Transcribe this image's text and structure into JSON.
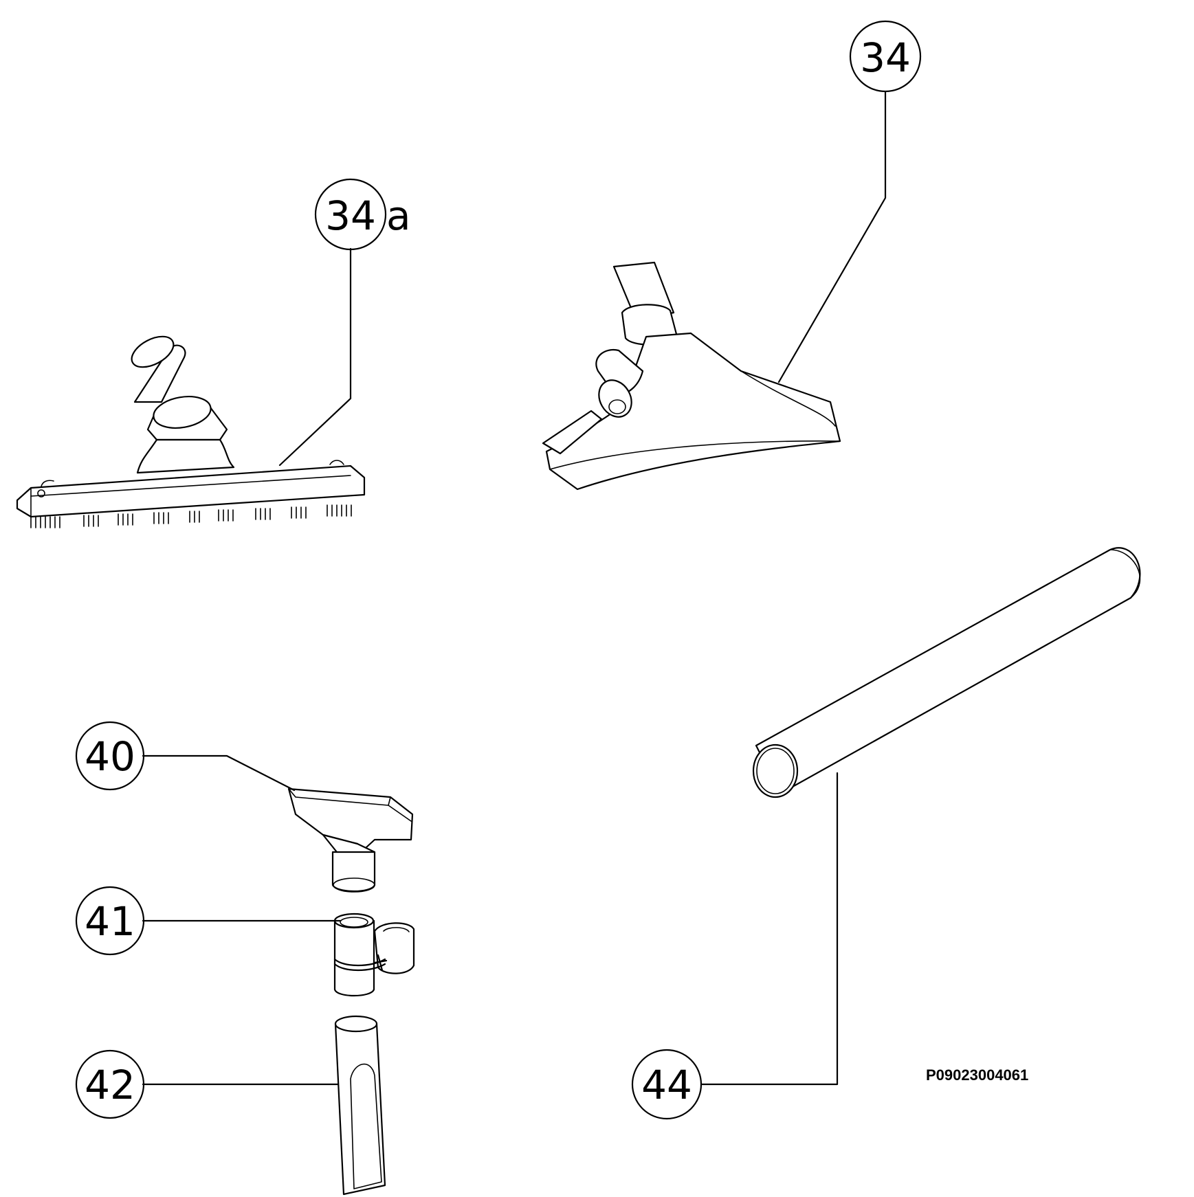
{
  "diagram": {
    "callouts": [
      {
        "id": "34a",
        "number": "34",
        "suffix": "a"
      },
      {
        "id": "34",
        "number": "34",
        "suffix": ""
      },
      {
        "id": "40",
        "number": "40",
        "suffix": ""
      },
      {
        "id": "41",
        "number": "41",
        "suffix": ""
      },
      {
        "id": "42",
        "number": "42",
        "suffix": ""
      },
      {
        "id": "44",
        "number": "44",
        "suffix": ""
      }
    ],
    "document_code": "P09023004061"
  }
}
